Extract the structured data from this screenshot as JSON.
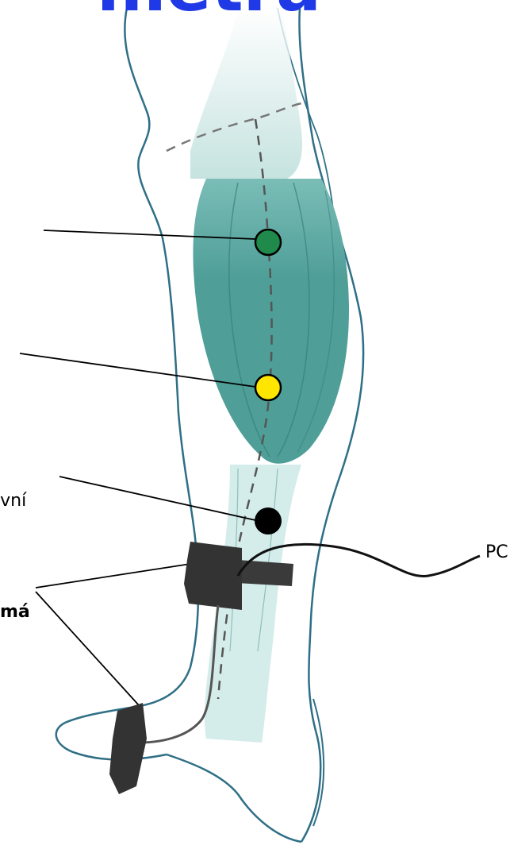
{
  "title": "mětra",
  "labels": {
    "reference": "ivní",
    "pc": "PC",
    "ground": "má"
  },
  "colors": {
    "title": "#1f39e6",
    "muscle": "#4f9e98",
    "muscle_light": "#bfe3df",
    "outline": "#2f6f86",
    "electrode_green": "#1f8a4c",
    "electrode_yellow": "#ffe600",
    "electrode_black": "#000000",
    "strap": "#3a3a3a"
  },
  "icons": {
    "electrode_1": "green-electrode-icon",
    "electrode_2": "yellow-electrode-icon",
    "electrode_3": "black-electrode-icon"
  }
}
